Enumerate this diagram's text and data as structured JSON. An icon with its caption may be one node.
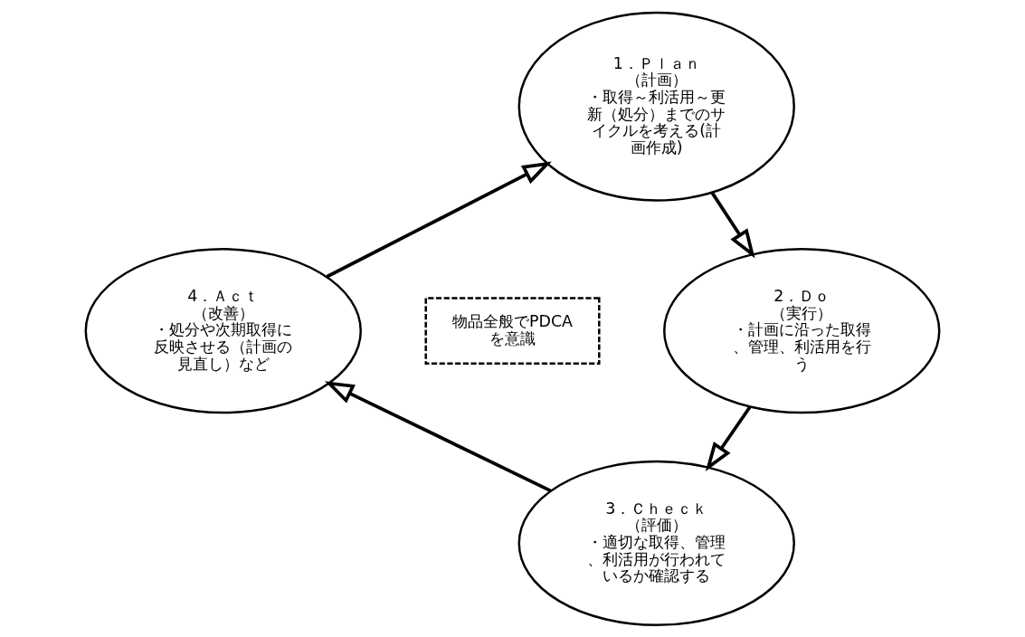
{
  "diagram": {
    "nodes": [
      {
        "text": [
          "1．Ｐｌａｎ",
          "（計画）",
          "・取得～利活用～更新（処分）までのサイクルを考える(計画作成)"
        ]
      },
      {
        "text": [
          "2．Ｄｏ",
          "（実行）",
          "・計画に沿った取得、管理、利活用を行う"
        ]
      },
      {
        "text": [
          "3．Ｃｈｅｃｋ",
          "（評価）",
          "・適切な取得、管理、利活用が行われているか確認する"
        ]
      },
      {
        "text": [
          "4．Ａｃｔ",
          "（改善）",
          "・処分や次期取得に反映させる（計画の見直し）など"
        ]
      },
      {
        "text": [
          "物品全般でPDCAを意識"
        ]
      }
    ],
    "edges": [
      {
        "from": 3,
        "to": 0,
        "arrow": "to"
      },
      {
        "from": 0,
        "to": 1,
        "arrow": "to"
      },
      {
        "from": 1,
        "to": 2,
        "arrow": "to"
      },
      {
        "from": 2,
        "to": 3,
        "arrow": "to"
      }
    ]
  }
}
